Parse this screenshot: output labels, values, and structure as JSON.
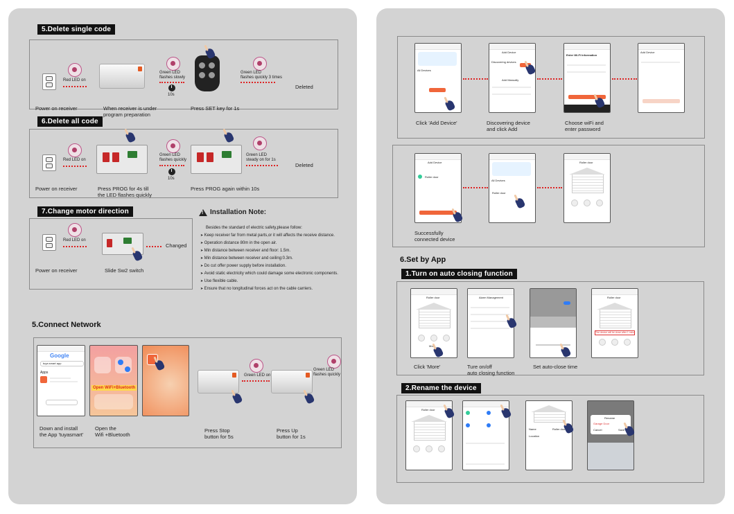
{
  "colors": {
    "page_bg": "#d3d3d3",
    "header_bg": "#111111",
    "accent_orange": "#f0663a",
    "red_dots": "#dd2222",
    "indicator": "#b0406a"
  },
  "left": {
    "sec5": {
      "title": "5.Delete single code",
      "red_led": "Red LED on",
      "green_slow": [
        "Green LED",
        "flashes slowly"
      ],
      "time": "10s",
      "green_3": [
        "Green LED",
        "flashes quickly 3 times"
      ],
      "deleted": "Deleted",
      "cap_power": "Power on receiver",
      "cap_receiver": [
        "When receiver is under",
        "program preparation"
      ],
      "cap_set": "Press SET key for 1s"
    },
    "sec6": {
      "title": "6.Delete all code",
      "red_led": "Red LED on",
      "green_quick": [
        "Green LED",
        "flashes quickly"
      ],
      "time": "10s",
      "green_steady": [
        "Green LED",
        "steady on for 1s"
      ],
      "deleted": "Deleted",
      "cap_power": "Power on receiver",
      "cap_prog": [
        "Press PROG for 4s till",
        "the LED flashes quickly"
      ],
      "cap_prog2": "Press PROG  again within 10s"
    },
    "sec7": {
      "title": "7.Change motor direction",
      "red_led": "Red LED on",
      "changed": "Changed",
      "cap_power": "Power on receiver",
      "cap_slide": "Slide Sw2 switch"
    },
    "install": {
      "title": "Installation Note:",
      "intro": "Besides the standard of electric safety,please follow:",
      "items": [
        "Keep receiver far from metal parts,or it will affects the receive distance.",
        "Operation distance 80m in the open air.",
        "Min distance between receiver and floor: 1.5m.",
        "Min distance between receiver and ceiling:0.3m.",
        "Do cut offer power supply before installation.",
        "Avoid static electricity which could damage some electronic components.",
        "Use flexible cable.",
        "Ensure that no longitudinal forces act on the cable carriers."
      ]
    },
    "connect": {
      "title": "5.Connect Network",
      "google": "Google",
      "search_text": "tuya smart app",
      "apps_label": "Apps",
      "open_wifi": "Open WiFi+Bluetooth",
      "green_on": "Green LED on",
      "green_quick": [
        "Green LED",
        "flashes quickly"
      ],
      "cap_install": [
        "Down and install",
        "the App 'tuyasmart'"
      ],
      "cap_open": [
        "Open the",
        "Wifi +Bluetooth"
      ],
      "cap_stop": [
        "Press Stop",
        "button for 5s"
      ],
      "cap_up": [
        "Press Up",
        "button for 1s"
      ]
    }
  },
  "right": {
    "step1": {
      "cap_add": "Click 'Add Device'",
      "cap_discover": [
        "Discovering device",
        "and click Add"
      ],
      "cap_wifi": [
        "Choose wiFi and",
        "enter password"
      ],
      "add_device": "Add Device",
      "discovering": "Discovering devices",
      "add_manually": "Add Manually",
      "wifi_info": "Enter Wi-Fi Information",
      "all_devices": "All Devices",
      "next": "Next"
    },
    "step2": {
      "cap_connected": [
        "Successfully",
        "connected device"
      ],
      "roller_door": "Roller door",
      "done": "Done"
    },
    "set_app": {
      "title": "6.Set by App",
      "sub1": "1.Turn on auto closing function",
      "cap_more": "Click 'More'",
      "cap_turn": [
        "Ture on/off",
        "auto closing function"
      ],
      "cap_time": "Set auto-close time",
      "alarm_mgmt": "Alarm Management",
      "more": "More",
      "notice": "The device will be close after 1 minute",
      "sub2": "2.Rename the device",
      "rename": "Rename",
      "garage_door": "Garage Door",
      "cancel": "Cancel",
      "save": "Save",
      "roller_door": "Roller door",
      "location": "Location"
    }
  }
}
